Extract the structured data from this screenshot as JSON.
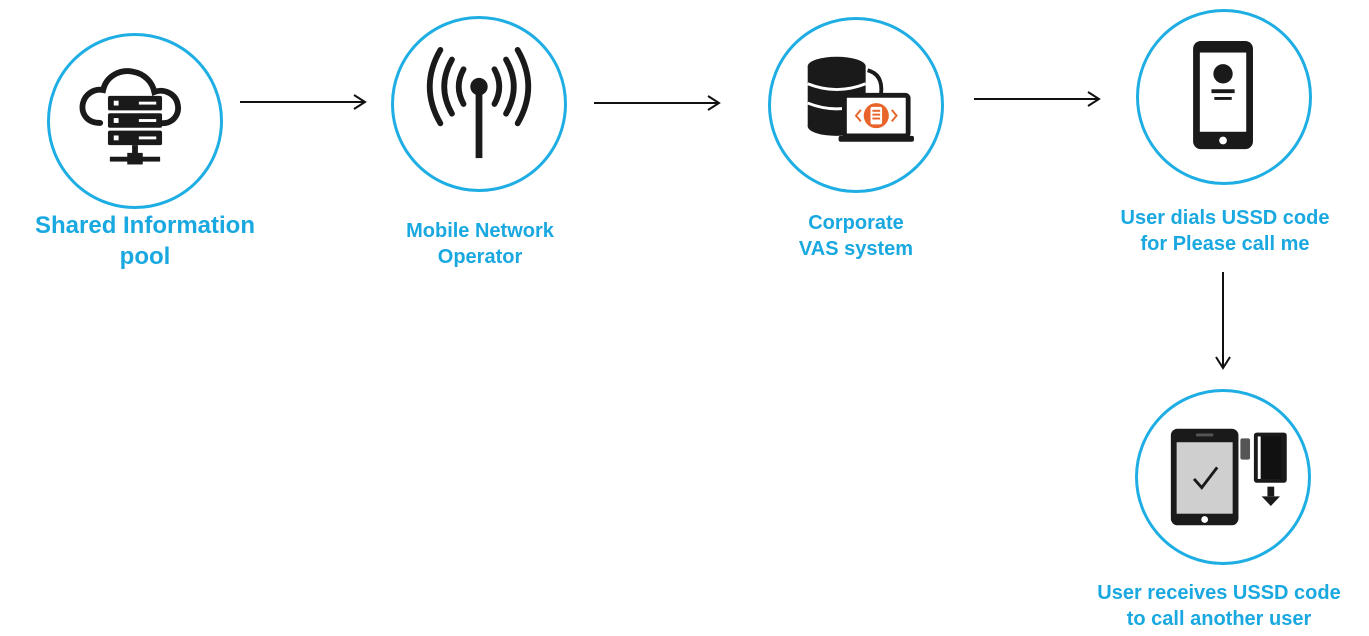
{
  "colors": {
    "ring": "#1EAEE4",
    "label_text": "#1AA8E0",
    "icon": "#1a1a1a",
    "accent_orange": "#E8642A"
  },
  "nodes": [
    {
      "id": "shared-information-pool",
      "icon": "cloud-server-icon",
      "label_lines": [
        "Shared Information",
        "pool"
      ]
    },
    {
      "id": "mobile-network-operator",
      "icon": "antenna-signal-icon",
      "label_lines": [
        "Mobile Network",
        "Operator"
      ]
    },
    {
      "id": "corporate-vas-system",
      "icon": "database-laptop-icon",
      "label_lines": [
        "Corporate",
        "VAS system"
      ]
    },
    {
      "id": "user-dials-ussd",
      "icon": "smartphone-user-icon",
      "label_lines": [
        "User dials USSD code",
        "for Please call me"
      ]
    },
    {
      "id": "user-receives-ussd",
      "icon": "tablet-check-icon",
      "label_lines": [
        "User receives USSD code",
        "to call another user"
      ]
    }
  ],
  "connections": [
    {
      "from": "shared-information-pool",
      "to": "mobile-network-operator"
    },
    {
      "from": "mobile-network-operator",
      "to": "corporate-vas-system"
    },
    {
      "from": "corporate-vas-system",
      "to": "user-dials-ussd"
    },
    {
      "from": "user-dials-ussd",
      "to": "user-receives-ussd"
    }
  ]
}
